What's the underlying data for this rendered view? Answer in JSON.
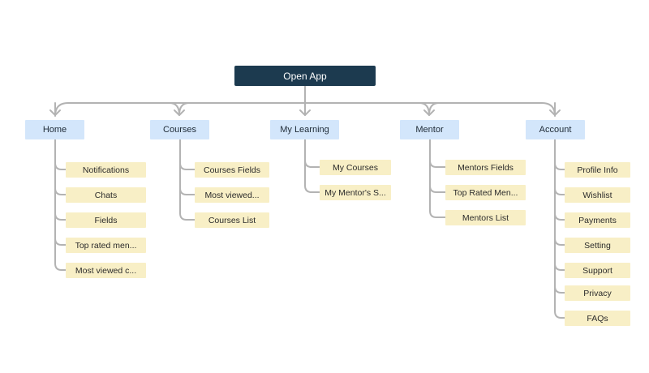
{
  "root": {
    "label": "Open App"
  },
  "colors": {
    "root_fill": "#1c3a4f",
    "category_fill": "#d3e6fb",
    "leaf_fill": "#f8efc6",
    "connector": "#b3b3b3"
  },
  "categories": [
    {
      "label": "Home",
      "items": [
        "Notifications",
        "Chats",
        "Fields",
        "Top rated men...",
        "Most viewed c..."
      ]
    },
    {
      "label": "Courses",
      "items": [
        "Courses Fields",
        "Most viewed...",
        "Courses List"
      ]
    },
    {
      "label": "My Learning",
      "items": [
        "My Courses",
        "My Mentor's S..."
      ]
    },
    {
      "label": "Mentor",
      "items": [
        "Mentors Fields",
        "Top Rated Men...",
        "Mentors List"
      ]
    },
    {
      "label": "Account",
      "items": [
        "Profile Info",
        "Wishlist",
        "Payments",
        "Setting",
        "Support",
        "Privacy",
        "FAQs"
      ]
    }
  ]
}
